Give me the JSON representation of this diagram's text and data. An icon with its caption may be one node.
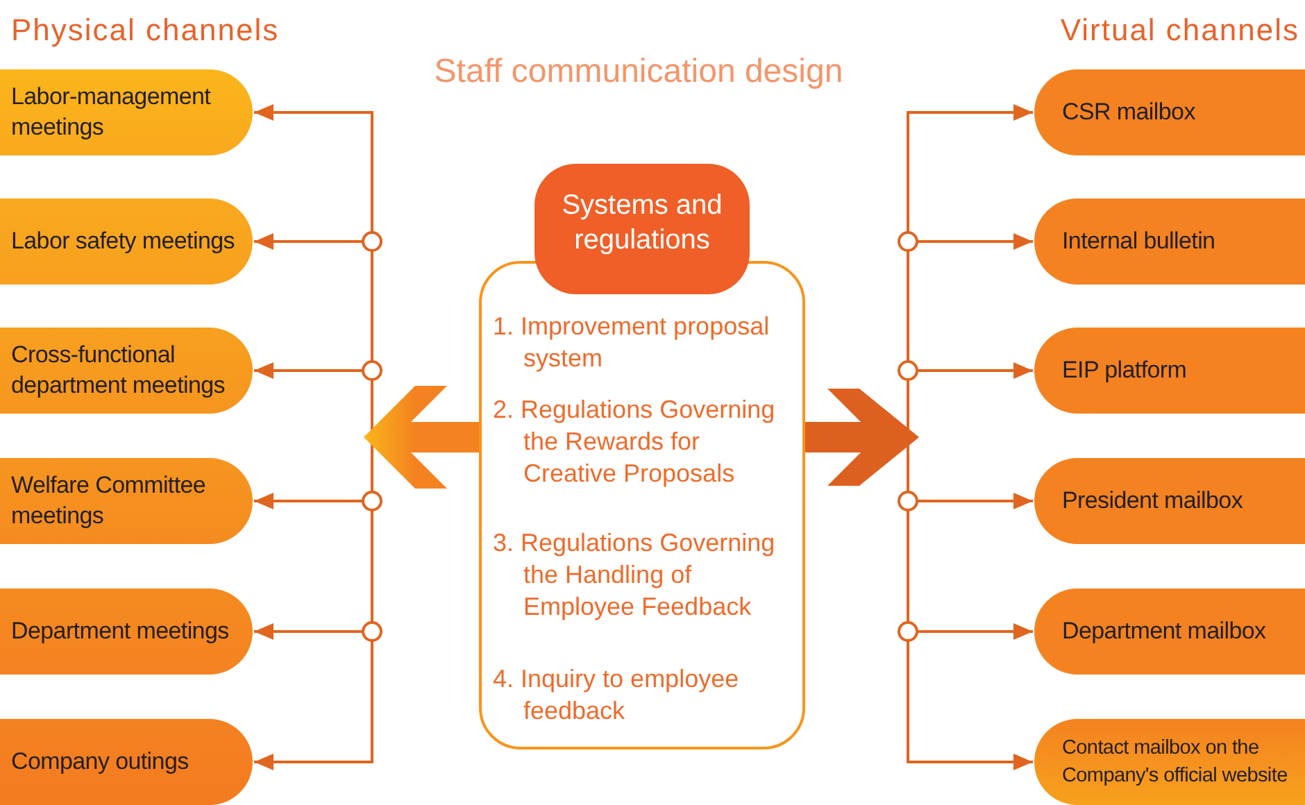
{
  "diagram": {
    "title": "Staff communication design",
    "nodes": [
      {
        "text": [
          "Systems and regulations",
          "1. Improvement proposal system",
          "2. Regulations Governing the Rewards for Creative Proposals",
          "3. Regulations Governing the Handling of Employee Feedback",
          "4. Inquiry to employee feedback"
        ]
      },
      {
        "text": [
          "Labor-management meetings"
        ]
      },
      {
        "text": [
          "Labor safety meetings"
        ]
      },
      {
        "text": [
          "Cross-functional department meetings"
        ]
      },
      {
        "text": [
          "Welfare Committee meetings"
        ]
      },
      {
        "text": [
          "Department meetings"
        ]
      },
      {
        "text": [
          "Company outings"
        ]
      },
      {
        "text": [
          "CSR mailbox"
        ]
      },
      {
        "text": [
          "Internal bulletin"
        ]
      },
      {
        "text": [
          "EIP platform"
        ]
      },
      {
        "text": [
          "President mailbox"
        ]
      },
      {
        "text": [
          "Department mailbox"
        ]
      },
      {
        "text": [
          "Contact mailbox on the Company's official website"
        ]
      }
    ],
    "edges": [
      {
        "from": 0,
        "to": 1,
        "arrow": "to"
      },
      {
        "from": 0,
        "to": 2,
        "arrow": "to"
      },
      {
        "from": 0,
        "to": 3,
        "arrow": "to"
      },
      {
        "from": 0,
        "to": 4,
        "arrow": "to"
      },
      {
        "from": 0,
        "to": 5,
        "arrow": "to"
      },
      {
        "from": 0,
        "to": 6,
        "arrow": "to"
      },
      {
        "from": 0,
        "to": 7,
        "arrow": "to"
      },
      {
        "from": 0,
        "to": 8,
        "arrow": "to"
      },
      {
        "from": 0,
        "to": 9,
        "arrow": "to"
      },
      {
        "from": 0,
        "to": 10,
        "arrow": "to"
      },
      {
        "from": 0,
        "to": 11,
        "arrow": "to"
      },
      {
        "from": 0,
        "to": 12,
        "arrow": "to"
      }
    ],
    "labels": [
      "Physical channels",
      "Virtual channels"
    ]
  }
}
